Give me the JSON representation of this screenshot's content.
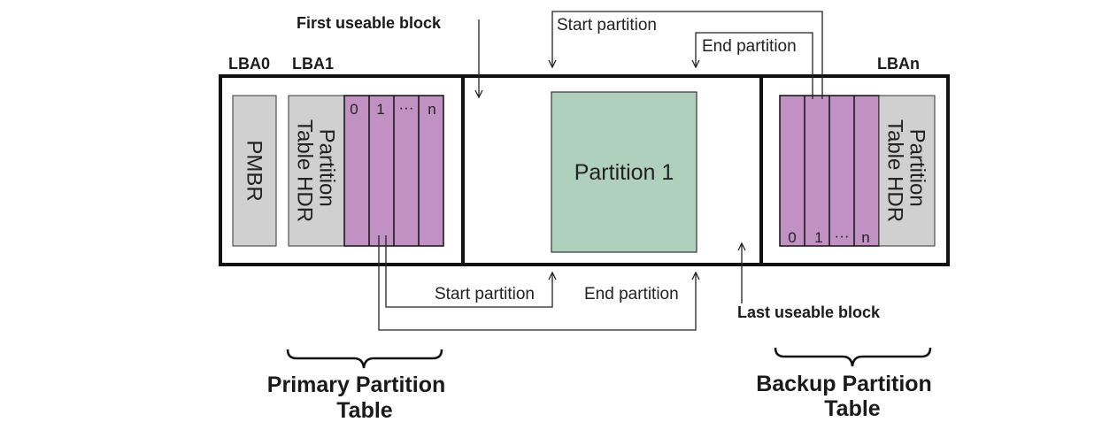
{
  "labels": {
    "lba0": "LBA0",
    "lba1": "LBA1",
    "lban": "LBAn",
    "first_useable_block": "First useable block",
    "last_useable_block": "Last useable block",
    "start_partition": "Start partition",
    "end_partition": "End partition",
    "pmbr": "PMBR",
    "partition_table_hdr_line1": "Partition",
    "partition_table_hdr_line2": "Table HDR",
    "partition_1": "Partition 1",
    "entry_0": "0",
    "entry_1": "1",
    "entry_ellipsis": "···",
    "entry_n": "n",
    "primary_table_line1": "Primary Partition",
    "primary_table_line2": "Table",
    "backup_table_line1": "Backup Partition",
    "backup_table_line2": "Table"
  },
  "colors": {
    "entries": "#c291c3",
    "header_gray": "#d0d0d0",
    "partition_green": "#afd0bd",
    "outline": "#111111"
  }
}
